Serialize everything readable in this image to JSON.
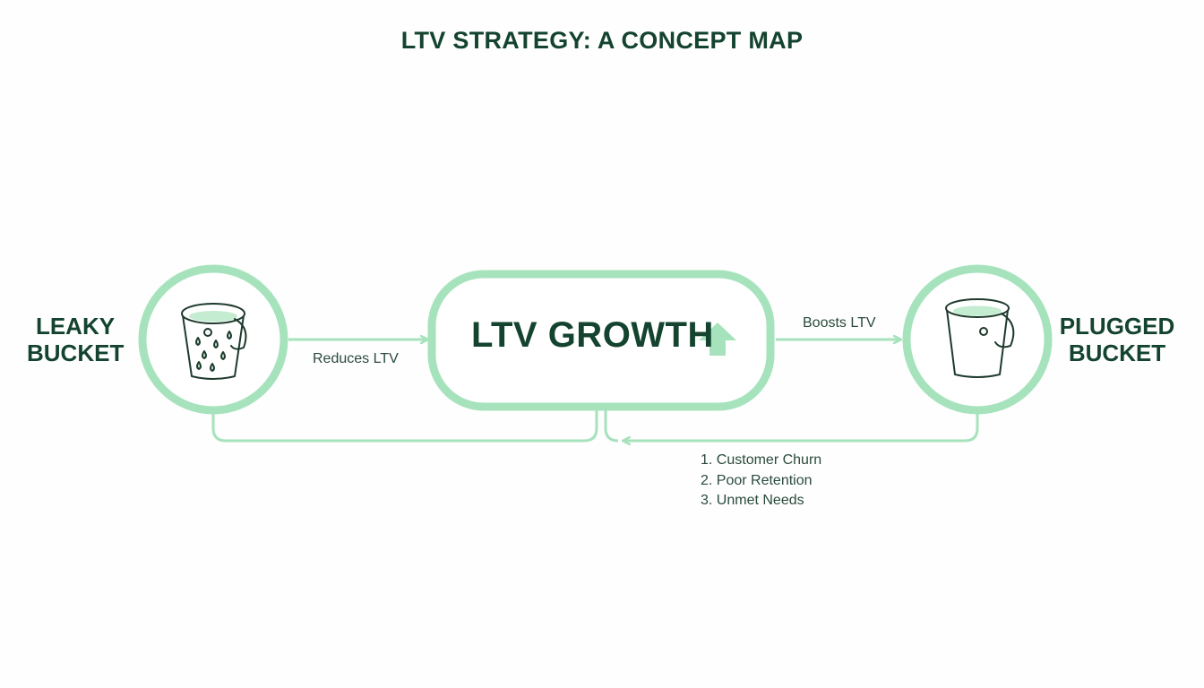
{
  "title": "LTV STRATEGY: A CONCEPT MAP",
  "nodes": {
    "left": {
      "label_line1": "LEAKY",
      "label_line2": "BUCKET",
      "icon": "leaky-bucket-icon"
    },
    "center": {
      "label": "LTV GROWTH",
      "icon": "arrow-up-icon"
    },
    "right": {
      "label_line1": "PLUGGED",
      "label_line2": "BUCKET",
      "icon": "plugged-bucket-icon"
    }
  },
  "edges": {
    "left_to_center": "Reduces LTV",
    "center_to_right": "Boosts LTV"
  },
  "factors": [
    "1. Customer Churn",
    "2. Poor Retention",
    "3. Unmet Needs"
  ],
  "colors": {
    "accent": "#a6e3bd",
    "accent_fill": "#c3ecd1",
    "text_dark": "#14432f",
    "icon_stroke": "#1e3a2c"
  }
}
